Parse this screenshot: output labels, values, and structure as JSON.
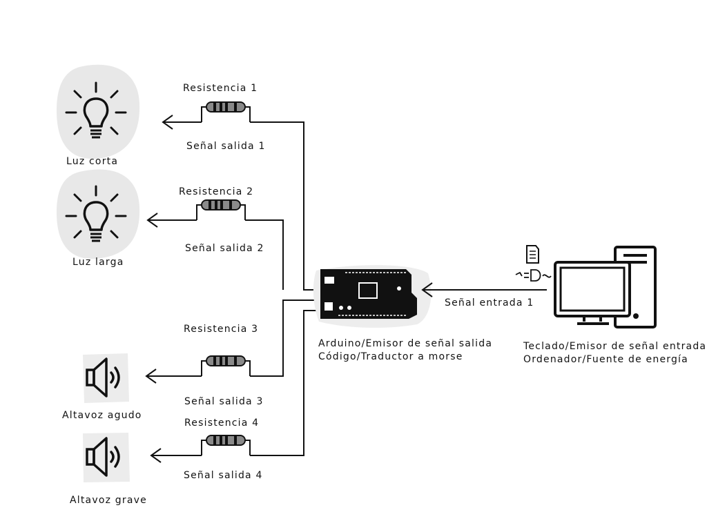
{
  "components": {
    "lamp_short": {
      "label": "Luz corta",
      "icon": "light-bulb-icon"
    },
    "lamp_long": {
      "label": "Luz larga",
      "icon": "light-bulb-icon"
    },
    "speaker_high": {
      "label": "Altavoz agudo",
      "icon": "speaker-icon"
    },
    "speaker_low": {
      "label": "Altavoz grave",
      "icon": "speaker-icon"
    },
    "arduino": {
      "line1": "Arduino/Emisor de señal salida",
      "line2": "Código/Traductor a morse",
      "icon": "arduino-board-icon"
    },
    "computer": {
      "line1": "Teclado/Emisor de señal entrada",
      "line2": "Ordenador/Fuente de energía",
      "icon": "desktop-computer-icon"
    },
    "morse_code": {
      "icon": "morse-document-icon"
    }
  },
  "resistors": {
    "r1": "Resistencia 1",
    "r2": "Resistencia 2",
    "r3": "Resistencia 3",
    "r4": "Resistencia 4"
  },
  "signals": {
    "out1": "Señal salida 1",
    "out2": "Señal salida 2",
    "out3": "Señal salida 3",
    "out4": "Señal salida 4",
    "in1": "Señal entrada 1"
  },
  "colors": {
    "icon_background": "#e8e8e8",
    "line": "#111111"
  }
}
